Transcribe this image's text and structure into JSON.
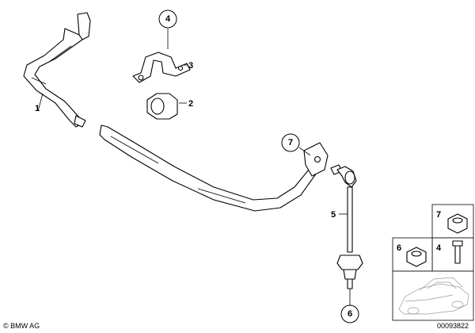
{
  "callouts": {
    "c1": "1",
    "c2": "2",
    "c3": "3",
    "c4": "4",
    "c5": "5",
    "c6": "6",
    "c7": "7",
    "box6": "6",
    "box7": "7",
    "box4": "4"
  },
  "footer": {
    "copyright": "© BMW AG",
    "diagram_id": "00093822"
  }
}
